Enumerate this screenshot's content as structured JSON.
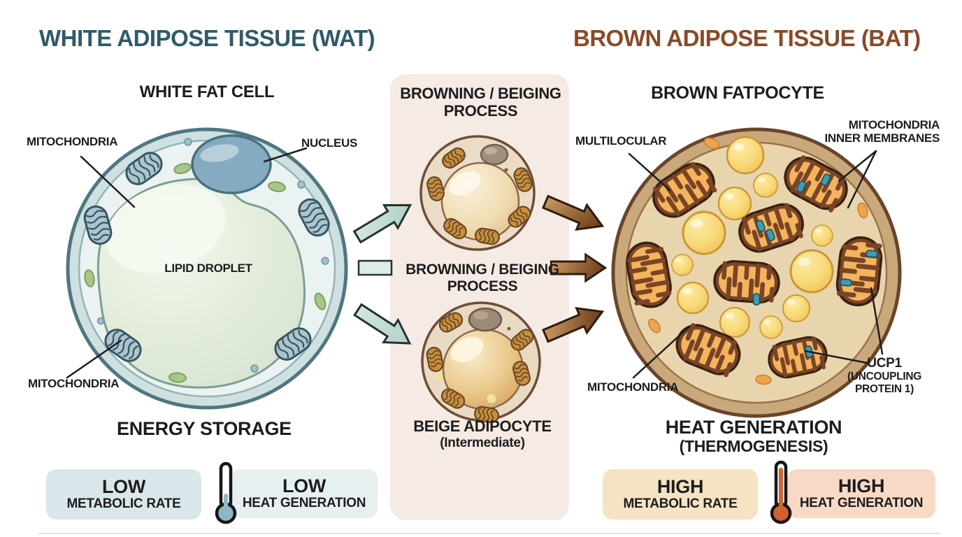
{
  "titles": {
    "wat": "WHITE ADIPOSE TISSUE (WAT)",
    "bat": "BROWN ADIPOSE TISSUE (BAT)"
  },
  "wat": {
    "heading": "WHITE FAT CELL",
    "mitochondria_top": "MITOCHONDRIA",
    "nucleus": "NUCLEUS",
    "lipid_droplet": "LIPID DROPLET",
    "mitochondria_bottom": "MITOCHONDRIA",
    "function": "ENERGY STORAGE",
    "badges": [
      {
        "level": "LOW",
        "metric": "METABOLIC RATE"
      },
      {
        "level": "LOW",
        "metric": "HEAT GENERATION"
      }
    ]
  },
  "process": {
    "heading_line1": "BROWNING / BEIGING",
    "heading_line2": "PROCESS",
    "label_line1": "BROWNING / BEIGING",
    "label_line2": "PROCESS",
    "result_line1": "BEIGE ADIPOCYTE",
    "result_line2": "(Intermediate)"
  },
  "bat": {
    "heading": "BROWN FATPOCYTE",
    "multilocular": "MULTILOCULAR",
    "mitochondria_membranes_line1": "MITOCHONDRIA",
    "mitochondria_membranes_line2": "INNER MEMBRANES",
    "mitochondria": "MITOCHONDRIA",
    "ucp1_line1": "UCP1",
    "ucp1_line2": "(UNCOUPLING",
    "ucp1_line3": "PROTEIN 1)",
    "function_line1": "HEAT GENERATION",
    "function_line2": "(THERMOGENESIS)",
    "badges": [
      {
        "level": "HIGH",
        "metric": "METABOLIC RATE"
      },
      {
        "level": "HIGH",
        "metric": "HEAT GENERATION"
      }
    ]
  },
  "colors": {
    "wat-title": "#2d5b6c",
    "bat-title": "#8a4a26",
    "text": "#1d1d1d",
    "panel-bg": "#f5ebe4",
    "badge-low-metabolic": "#d9e7ea",
    "badge-low-heat": "#e7f0f1",
    "badge-high-metabolic": "#f6e3c3",
    "badge-high-heat": "#f8d9c6",
    "thermo-low": "#8fb6c4",
    "thermo-high": "#d2622d"
  }
}
